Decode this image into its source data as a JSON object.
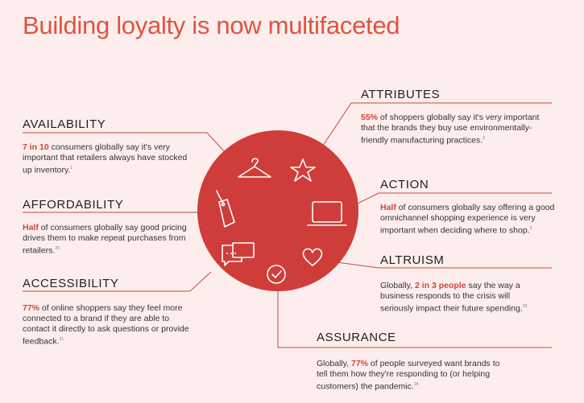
{
  "title": "Building loyalty is now multifaceted",
  "colors": {
    "accent": "#d6433a",
    "circle": "#cf3d3a",
    "background": "#fdeeed"
  },
  "icons": [
    "hanger-icon",
    "star-icon",
    "price-tag-icon",
    "laptop-icon",
    "chat-bubbles-icon",
    "heart-icon",
    "checkmark-circle-icon"
  ],
  "sections": {
    "availability": {
      "heading": "AVAILABILITY",
      "highlight": "7 in 10",
      "text": " consumers globally say it's very important that retailers always have stocked up inventory.",
      "ref": "1"
    },
    "affordability": {
      "heading": "AFFORDABILITY",
      "highlight": "Half",
      "text": " of consumers globally say good pricing drives them to make repeat purchases from retailers.",
      "ref": "20"
    },
    "accessibility": {
      "heading": "ACCESSIBILITY",
      "highlight": "77%",
      "text": " of online shoppers say they feel more connected to a brand if they are able to contact it directly to ask questions or provide feedback.",
      "ref": "21"
    },
    "attributes": {
      "heading": "ATTRIBUTES",
      "highlight": "55%",
      "text": " of shoppers globally say it's very important that the brands they buy use environmentally-friendly manufacturing practices.",
      "ref": "2"
    },
    "action": {
      "heading": "ACTION",
      "highlight": "Half",
      "text": " of consumers globally say offering a good omnichannel shopping experience is very important when deciding where to shop.",
      "ref": "2"
    },
    "altruism": {
      "heading": "ALTRUISM",
      "prefix": "Globally, ",
      "highlight": "2 in 3 people",
      "text": " say the way a business responds to the crisis will seriously impact their future spending.",
      "ref": "23"
    },
    "assurance": {
      "heading": "ASSURANCE",
      "prefix": "Globally, ",
      "highlight": "77%",
      "text": " of people surveyed want brands to tell them how they're responding to (or helping customers) the pandemic.",
      "ref": "24"
    }
  }
}
